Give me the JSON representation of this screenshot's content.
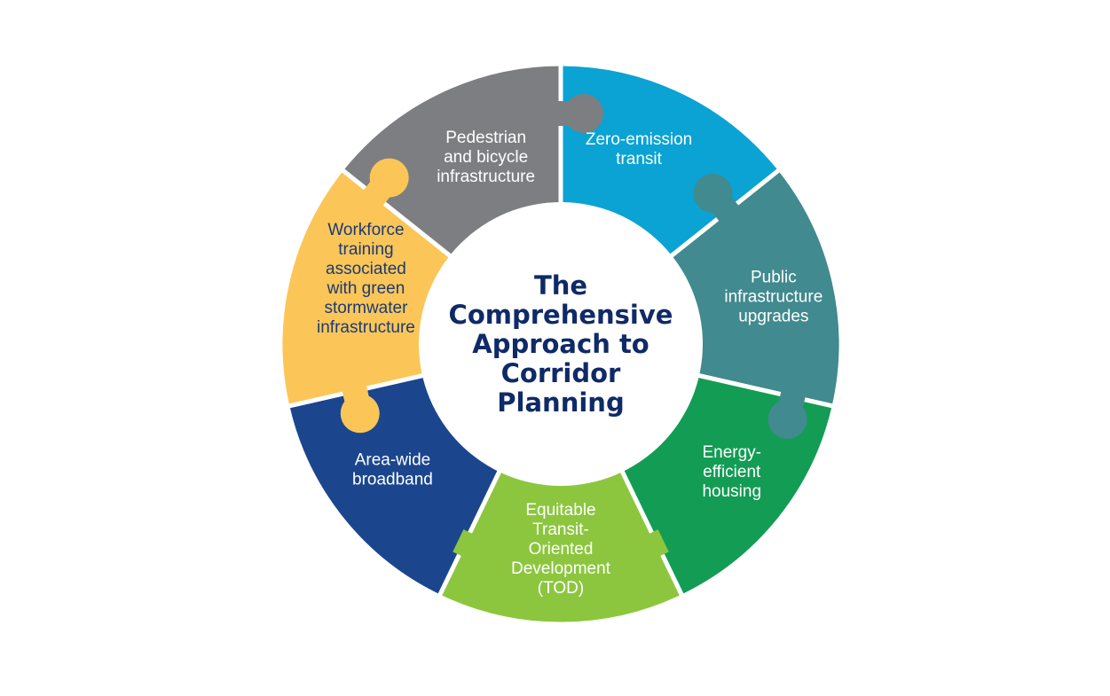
{
  "center": {
    "lines": [
      "The",
      "Comprehensive",
      "Approach to",
      "Corridor",
      "Planning"
    ],
    "color": "#0f2a66",
    "circle_color": "#ffffff"
  },
  "segments": [
    {
      "id": "zero-emission-transit",
      "lines": [
        "Zero-emission",
        "transit"
      ],
      "color": "#0aa3d3",
      "text_color": "#ffffff"
    },
    {
      "id": "public-infrastructure",
      "lines": [
        "Public",
        "infrastructure",
        "upgrades"
      ],
      "color": "#418a8f",
      "text_color": "#ffffff"
    },
    {
      "id": "energy-efficient-housing",
      "lines": [
        "Energy-",
        "efficient",
        "housing"
      ],
      "color": "#139c54",
      "text_color": "#ffffff"
    },
    {
      "id": "equitable-tod",
      "lines": [
        "Equitable",
        "Transit-",
        "Oriented",
        "Development",
        "(TOD)"
      ],
      "color": "#8cc63e",
      "text_color": "#ffffff"
    },
    {
      "id": "area-wide-broadband",
      "lines": [
        "Area-wide",
        "broadband"
      ],
      "color": "#1b468e",
      "text_color": "#ffffff"
    },
    {
      "id": "workforce-training",
      "lines": [
        "Workforce",
        "training",
        "associated",
        "with green",
        "stormwater",
        "infrastructure"
      ],
      "color": "#fbc657",
      "text_color": "#1b3a78"
    },
    {
      "id": "pedestrian-bicycle",
      "lines": [
        "Pedestrian",
        "and bicycle",
        "infrastructure"
      ],
      "color": "#7d7e82",
      "text_color": "#ffffff"
    }
  ]
}
